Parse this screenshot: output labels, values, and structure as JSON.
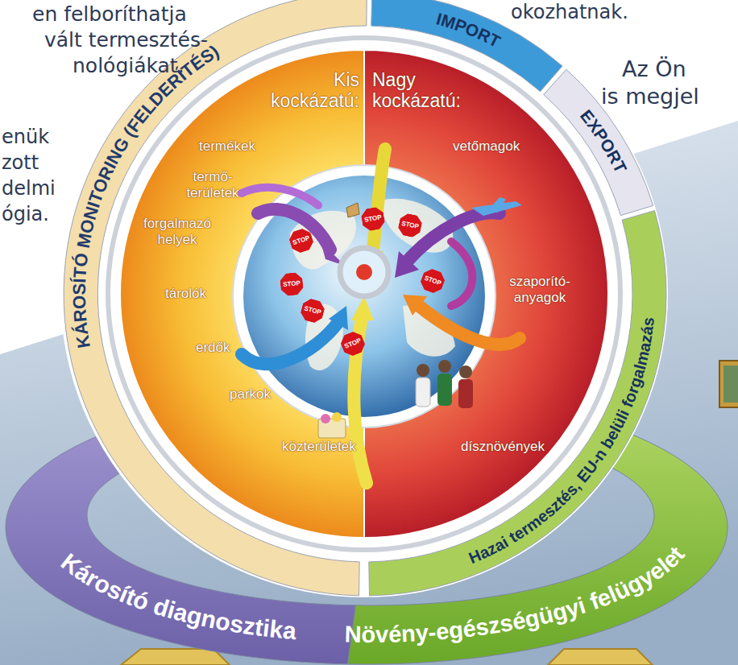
{
  "diagram": {
    "nodes": [
      {
        "text": [
          "KÁROSÍTÓ MONITORING (FELDERÍTÉS)"
        ]
      },
      {
        "text": [
          "IMPORT"
        ]
      },
      {
        "text": [
          "EXPORT"
        ]
      },
      {
        "text": [
          "Hazai termesztés, EU-n belüli forgalmazás"
        ]
      },
      {
        "text": [
          "Kis kockázatú:",
          "termékek",
          "termő- területek",
          "forgalmazó helyek",
          "tárolók",
          "erdők",
          "parkok",
          "közterületek"
        ]
      },
      {
        "text": [
          "Nagy kockázatú:",
          "vetőmagok",
          "szaporító- anyagok",
          "dísznövények"
        ]
      },
      {
        "text": [
          "Károsító diagnosztika"
        ]
      },
      {
        "text": [
          "Növény-egészségügyi felügyelet"
        ]
      }
    ],
    "labels": [
      "en felboríthatja",
      "vált termesztés-",
      "nológiákat.",
      "enük",
      "zott",
      "delmi",
      "ógia.",
      "okozhatnak.",
      "Az Ön",
      "is megjel",
      "STOP",
      "STOP",
      "STOP",
      "STOP",
      "STOP",
      "STOP",
      "STOP"
    ]
  }
}
